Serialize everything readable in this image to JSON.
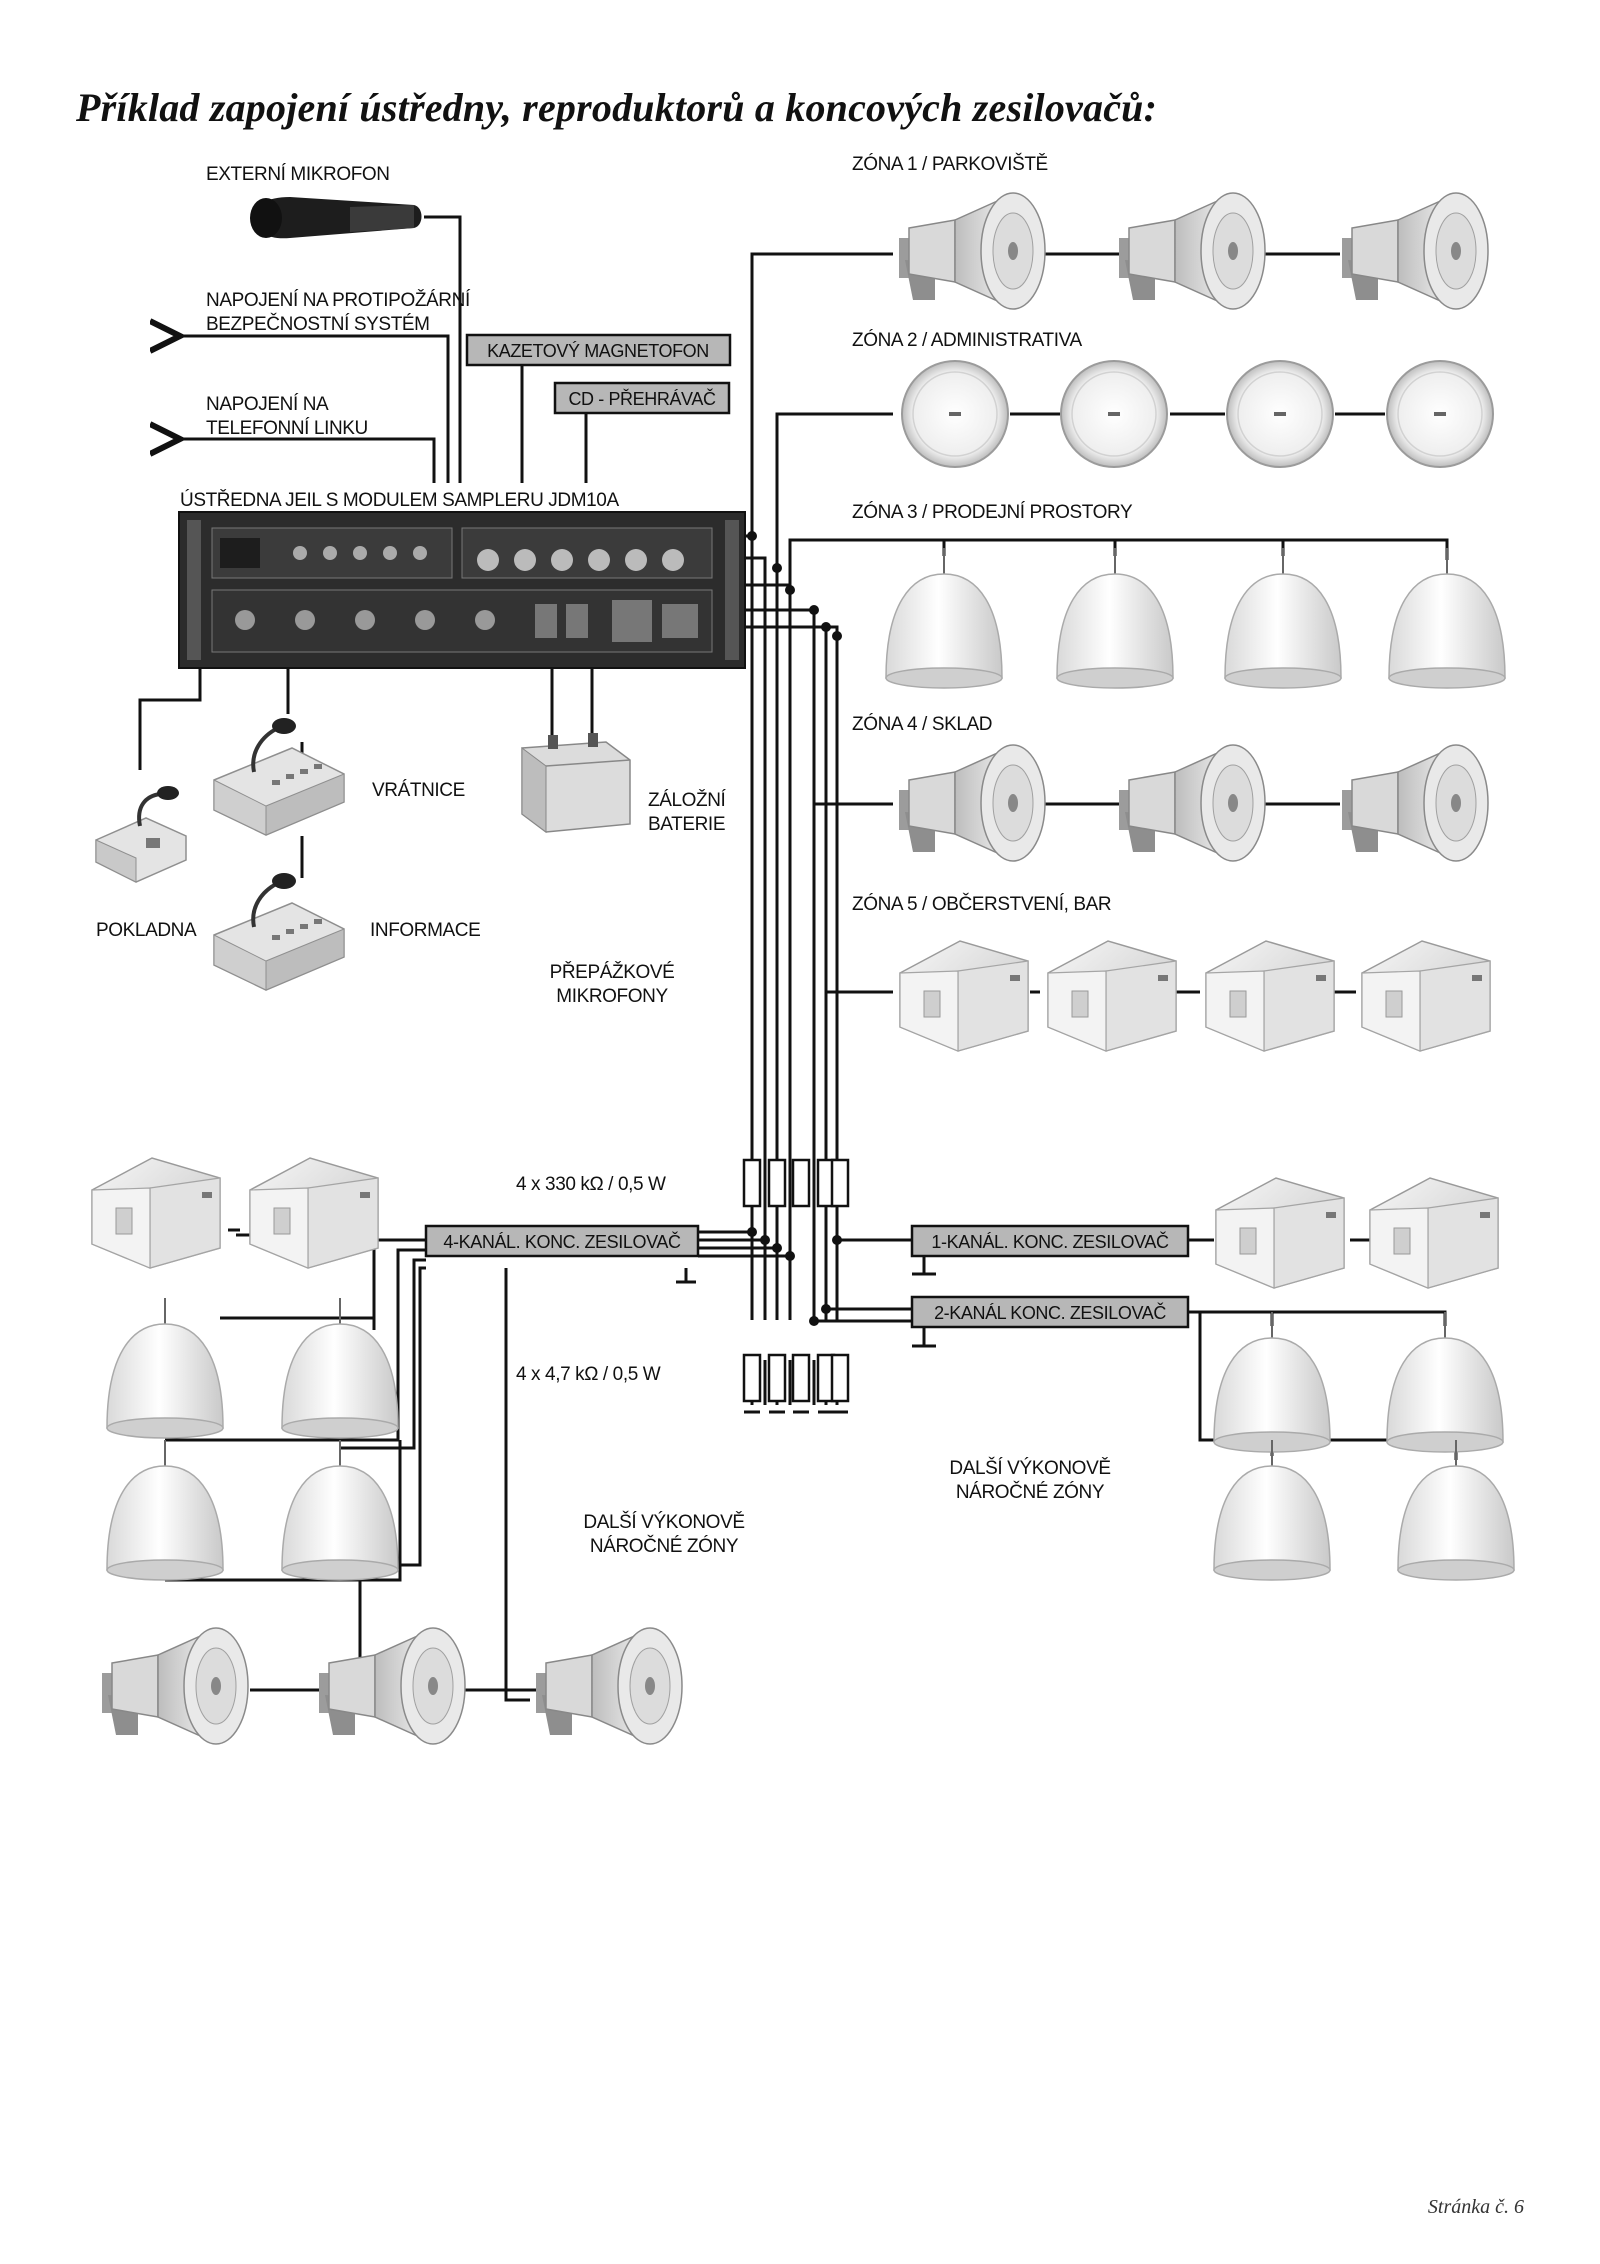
{
  "title": "Příklad zapojení ústředny, reproduktorů a koncových zesilovačů:",
  "labels": {
    "external_mic": "EXTERNÍ MIKROFON",
    "fire_line1": "NAPOJENÍ NA PROTIPOŽÁRNÍ",
    "fire_line2": "BEZPEČNOSTNÍ SYSTÉM",
    "phone_line1": "NAPOJENÍ NA",
    "phone_line2": "TELEFONNÍ LINKU",
    "cassette": "KAZETOVÝ MAGNETOFON",
    "cd": "CD - PŘEHRÁVAČ",
    "central_unit": "ÚSTŘEDNA JEIL S MODULEM SAMPLERU JDM10A",
    "vratnice": "VRÁTNICE",
    "informace": "INFORMACE",
    "pokladna": "POKLADNA",
    "battery_line1": "ZÁLOŽNÍ",
    "battery_line2": "BATERIE",
    "desk_mics_line1": "PŘEPÁŽKOVÉ",
    "desk_mics_line2": "MIKROFONY",
    "zone1": "ZÓNA 1 / PARKOVIŠTĚ",
    "zone2": "ZÓNA 2 / ADMINISTRATIVA",
    "zone3": "ZÓNA 3 / PRODEJNÍ PROSTORY",
    "zone4": "ZÓNA 4 / SKLAD",
    "zone5": "ZÓNA 5 / OBČERSTVENÍ, BAR",
    "resistors_top": "4 x 330 kΩ / 0,5 W",
    "resistors_bottom": "4 x 4,7 kΩ / 0,5 W",
    "amp4": "4-KANÁL. KONC. ZESILOVAČ",
    "amp1": "1-KANÁL. KONC. ZESILOVAČ",
    "amp2": "2-KANÁL KONC. ZESILOVAČ",
    "more_zones_left_line1": "DALŠÍ VÝKONOVĚ",
    "more_zones_left_line2": "NÁROČNÉ ZÓNY",
    "more_zones_right_line1": "DALŠÍ VÝKONOVĚ",
    "more_zones_right_line2": "NÁROČNÉ ZÓNY"
  },
  "page_number": "Stránka č. 6",
  "colors": {
    "box_fill": "#b7b7b7",
    "wire": "#111111",
    "speaker_white": "#f2f2f2",
    "speaker_shade": "#c8c8c8",
    "rack": "#2c2c2c"
  },
  "icons": [
    "microphone-icon",
    "horn-speaker-icon",
    "ceiling-speaker-icon",
    "dome-speaker-icon",
    "box-speaker-icon",
    "desk-microphone-icon",
    "battery-icon",
    "resistor-icon",
    "ground-icon"
  ]
}
